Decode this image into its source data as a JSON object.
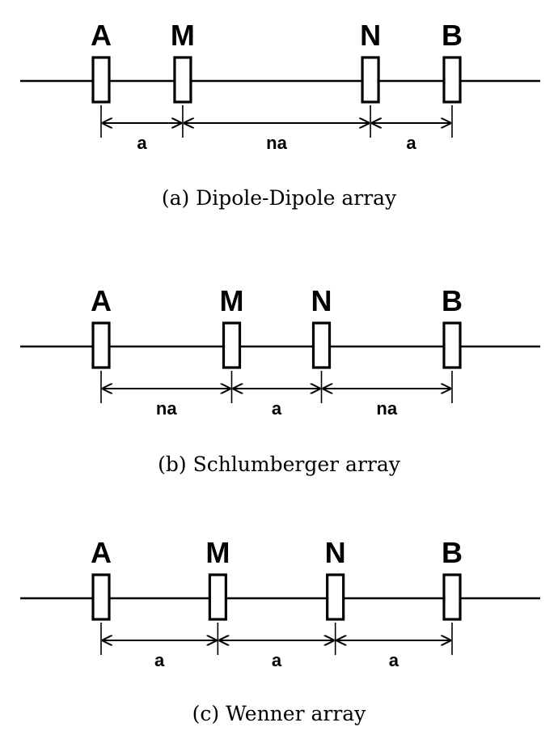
{
  "colors": {
    "ink": "#000000",
    "background": "#ffffff"
  },
  "panels": [
    {
      "caption": "(a) Dipole-Dipole array",
      "electrodes": [
        {
          "label": "A",
          "x": 0
        },
        {
          "label": "M",
          "x": 1
        },
        {
          "label": "N",
          "x": 3.3
        },
        {
          "label": "B",
          "x": 4.3
        }
      ],
      "spacings": [
        "a",
        "na",
        "a"
      ]
    },
    {
      "caption": "(b) Schlumberger array",
      "electrodes": [
        {
          "label": "A",
          "x": 0
        },
        {
          "label": "M",
          "x": 1.6
        },
        {
          "label": "N",
          "x": 2.7
        },
        {
          "label": "B",
          "x": 4.3
        }
      ],
      "spacings": [
        "na",
        "a",
        "na"
      ]
    },
    {
      "caption": "(c) Wenner array",
      "electrodes": [
        {
          "label": "A",
          "x": 0
        },
        {
          "label": "M",
          "x": 1.43
        },
        {
          "label": "N",
          "x": 2.87
        },
        {
          "label": "B",
          "x": 4.3
        }
      ],
      "spacings": [
        "a",
        "a",
        "a"
      ]
    }
  ]
}
